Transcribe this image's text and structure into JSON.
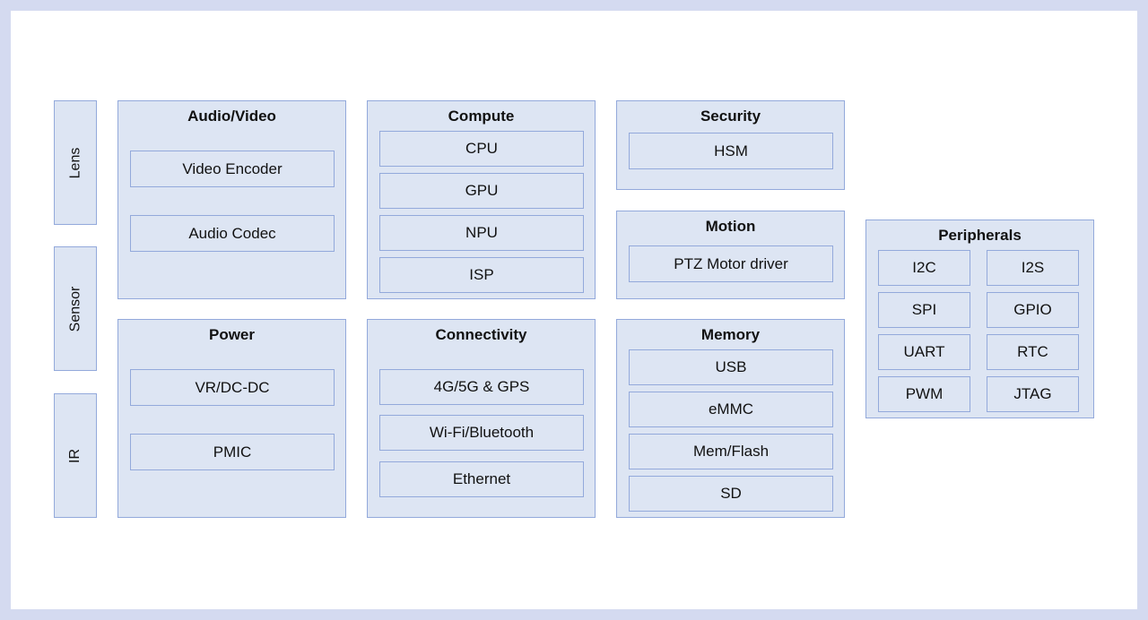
{
  "side_blocks": [
    "Lens",
    "Sensor",
    "IR"
  ],
  "audio_video": {
    "title": "Audio/Video",
    "items": [
      "Video Encoder",
      "Audio Codec"
    ]
  },
  "compute": {
    "title": "Compute",
    "items": [
      "CPU",
      "GPU",
      "NPU",
      "ISP"
    ]
  },
  "security": {
    "title": "Security",
    "items": [
      "HSM"
    ]
  },
  "motion": {
    "title": "Motion",
    "items": [
      "PTZ Motor driver"
    ]
  },
  "power": {
    "title": "Power",
    "items": [
      "VR/DC-DC",
      "PMIC"
    ]
  },
  "connectivity": {
    "title": "Connectivity",
    "items": [
      "4G/5G & GPS",
      "Wi-Fi/Bluetooth",
      "Ethernet"
    ]
  },
  "memory": {
    "title": "Memory",
    "items": [
      "USB",
      "eMMC",
      "Mem/Flash",
      "SD"
    ]
  },
  "peripherals": {
    "title": "Peripherals",
    "items": [
      "I2C",
      "I2S",
      "SPI",
      "GPIO",
      "UART",
      "RTC",
      "PWM",
      "JTAG"
    ]
  }
}
